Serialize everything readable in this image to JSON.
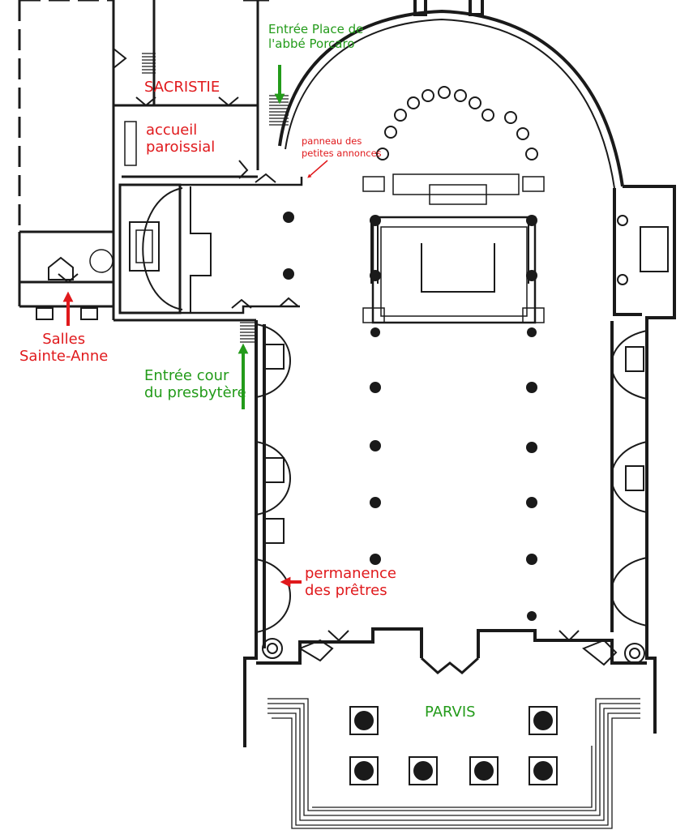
{
  "labels": {
    "sacristie": "SACRISTIE",
    "accueil": [
      "accueil",
      "paroissial"
    ],
    "entree_place": [
      "Entrée Place de",
      "l'abbé Porcaro"
    ],
    "panneau": [
      "panneau des",
      "petites annonces"
    ],
    "salles": [
      "Salles",
      "Sainte-Anne"
    ],
    "entree_cour": [
      "Entrée cour",
      "du presbytère"
    ],
    "permanence": [
      "permanence",
      "des prêtres"
    ],
    "parvis": "PARVIS"
  },
  "colors": {
    "red": "#e0191c",
    "green": "#239b1a",
    "wall": "#1a1a1a"
  }
}
